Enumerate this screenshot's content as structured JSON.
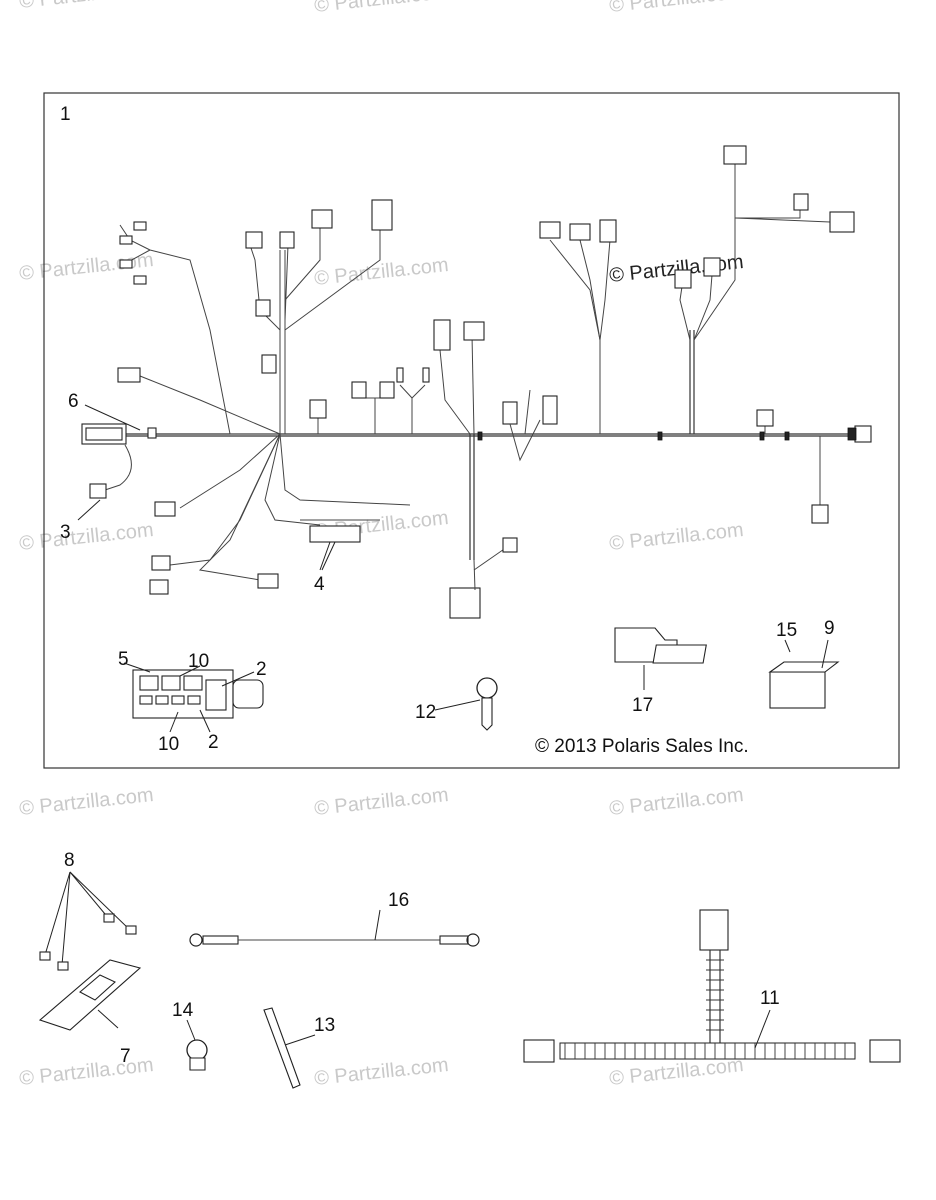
{
  "watermark": "© Partzilla.com",
  "copyright": "© 2013 Polaris Sales Inc.",
  "callouts": {
    "c1": "1",
    "c2a": "2",
    "c2b": "2",
    "c3": "3",
    "c4": "4",
    "c5": "5",
    "c6": "6",
    "c7": "7",
    "c8": "8",
    "c9": "9",
    "c10a": "10",
    "c10b": "10",
    "c11": "11",
    "c12": "12",
    "c13": "13",
    "c14": "14",
    "c15": "15",
    "c16": "16",
    "c17": "17"
  }
}
